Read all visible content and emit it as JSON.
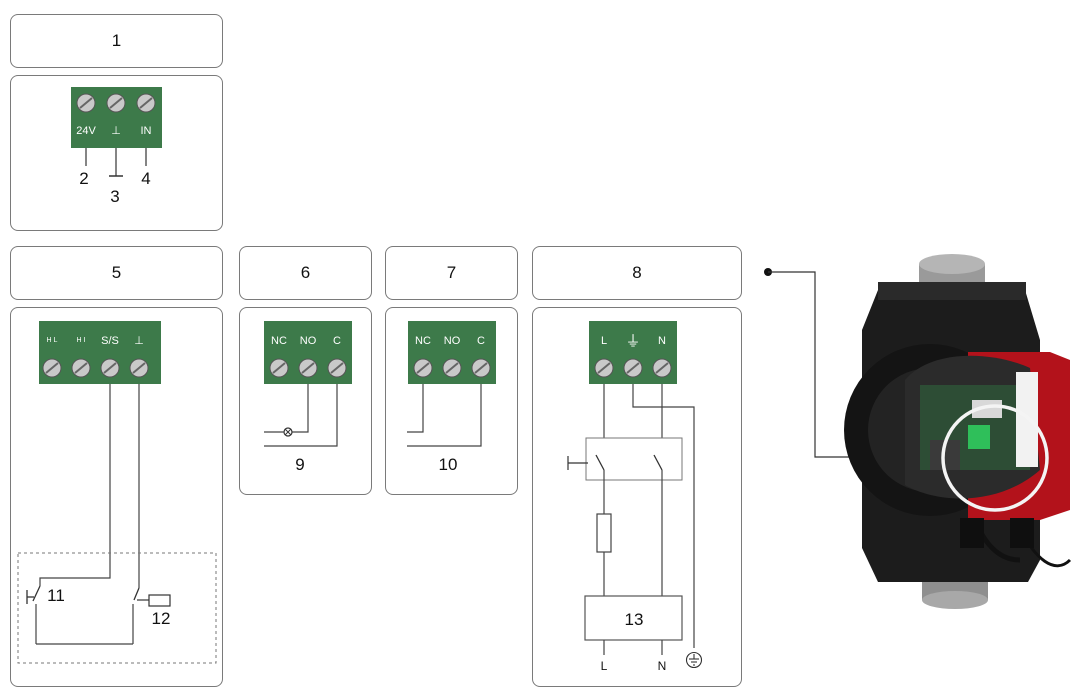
{
  "headers": {
    "h1": "1",
    "h5": "5",
    "h6": "6",
    "h7": "7",
    "h8": "8"
  },
  "callouts": {
    "c2": "2",
    "c3": "3",
    "c4": "4",
    "c9": "9",
    "c10": "10",
    "c11": "11",
    "c12": "12",
    "c13": "13"
  },
  "terminals": {
    "block1": [
      "24V",
      "⊥",
      "IN"
    ],
    "block5": [
      "H L",
      "H I",
      "S/S",
      "⊥"
    ],
    "block6": [
      "NC",
      "NO",
      "C"
    ],
    "block7": [
      "NC",
      "NO",
      "C"
    ],
    "block8": [
      "L",
      "⏚",
      "N"
    ]
  },
  "supply_labels": {
    "l": "L",
    "n": "N"
  },
  "colors": {
    "terminal_green": "#3d7a4a",
    "screw": "#c9c9c9",
    "panel_border": "#7a7a7a",
    "pump_body": "#1c1c1c",
    "pump_accent": "#b3121b"
  }
}
